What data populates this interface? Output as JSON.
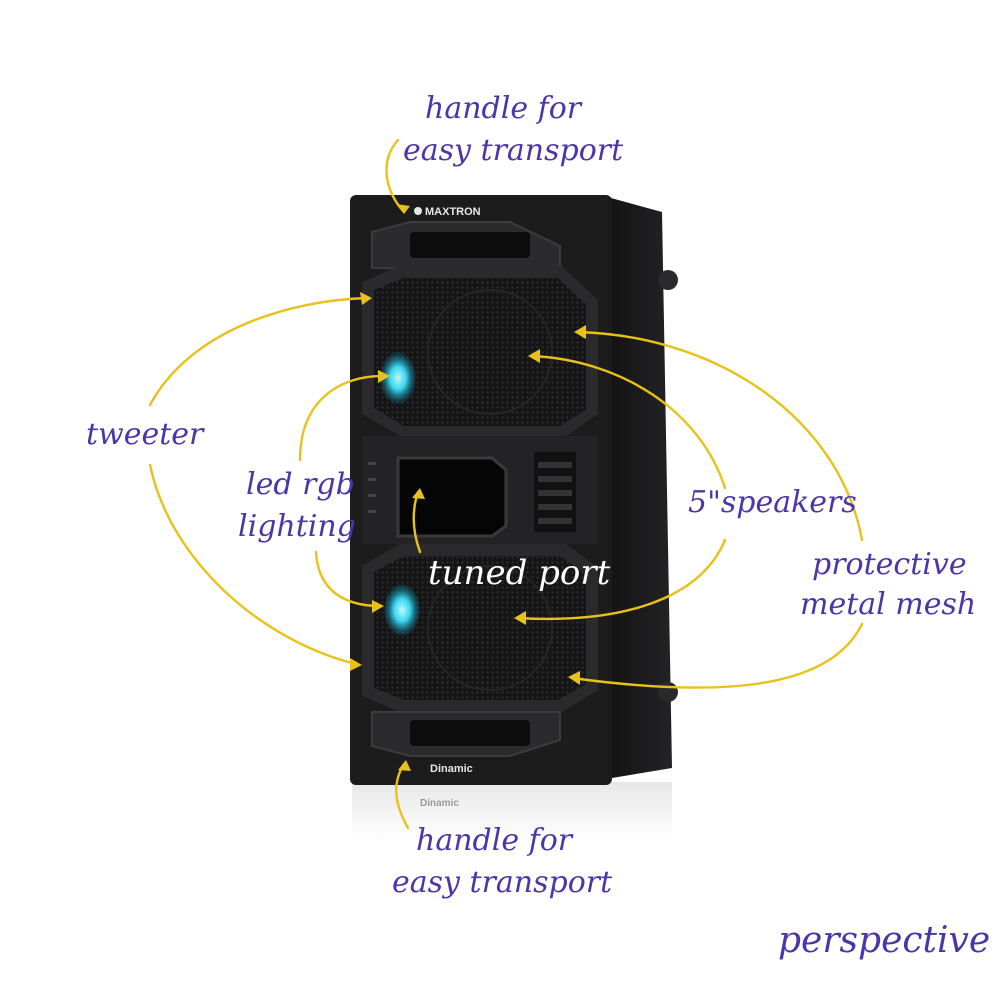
{
  "product": {
    "brand_top": "MAXTRON",
    "brand_bottom": "Dinamic",
    "reflection_text": "Dinamic"
  },
  "annotations": {
    "handle_top_line1": "handle for",
    "handle_top_line2": "easy transport",
    "tweeter": "tweeter",
    "led_line1": "led rgb",
    "led_line2": "lighting",
    "tuned_port": "tuned port",
    "speakers": "5\"speakers",
    "mesh_line1": "protective",
    "mesh_line2": "metal mesh",
    "handle_bottom_line1": "handle for",
    "handle_bottom_line2": "easy transport",
    "view": "perspective"
  },
  "colors": {
    "annotation_text": "#4a36a8",
    "arrow": "#e8c21a",
    "led": "#38d6f0",
    "speaker_body": "#1c1c1d"
  }
}
